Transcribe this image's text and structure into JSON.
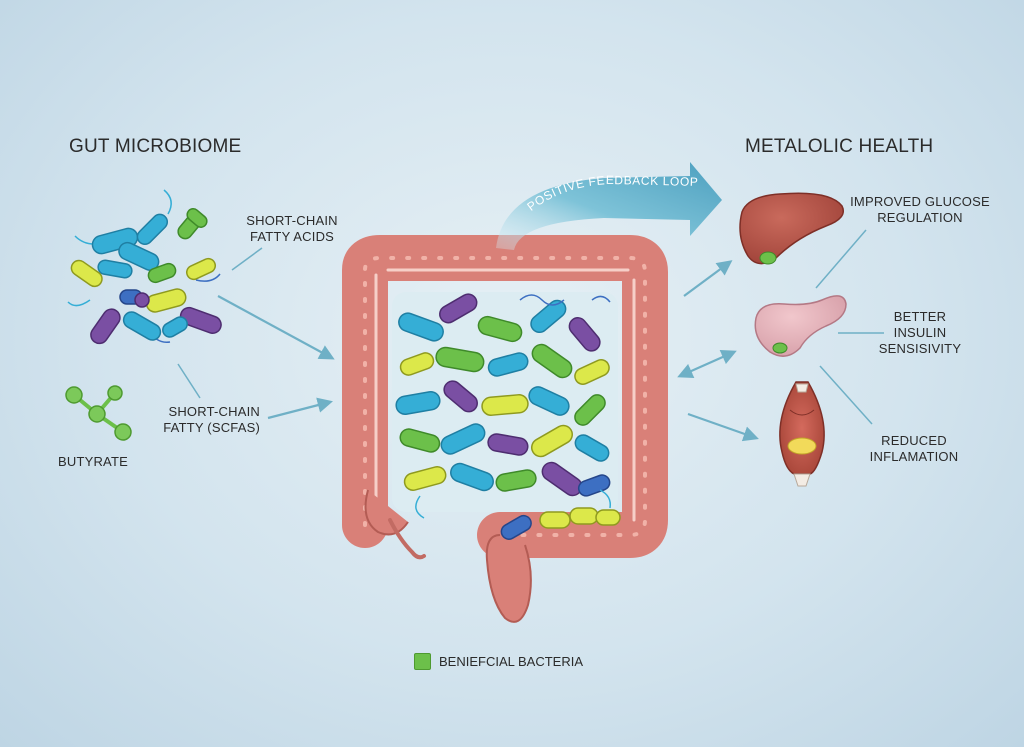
{
  "headings": {
    "left": "GUT MICROBIOME",
    "right": "METALOLIC HEALTH"
  },
  "labels": {
    "scfa_top_line1": "SHORT-CHAIN",
    "scfa_top_line2": "FATTY ACIDS",
    "scfa_bottom_line1": "SHORT-CHAIN",
    "scfa_bottom_line2": "FATTY (SCFAS)",
    "butyrate": "BUTYRATE",
    "glucose_line1": "IMPROVED GLUCOSE",
    "glucose_line2": "REGULATION",
    "insulin_line1": "BETTER",
    "insulin_line2": "INSULIN",
    "insulin_line3": "SENSISIVITY",
    "inflammation_line1": "REDUCED",
    "inflammation_line2": "INFLAMATION"
  },
  "feedback_arrow_label": "POSITIVE FEEDBACK LOOP",
  "legend": {
    "label": "BENIEFCIAL BACTERIA",
    "color": "#6cc04a"
  },
  "colors": {
    "bacteria_cyan": "#35aed6",
    "bacteria_purple": "#7a4fa3",
    "bacteria_yellow": "#dce84a",
    "bacteria_green": "#6cc04a",
    "bacteria_blue": "#3d6fc2",
    "intestine": "#d98078",
    "arrow": "#6fb0c6"
  }
}
